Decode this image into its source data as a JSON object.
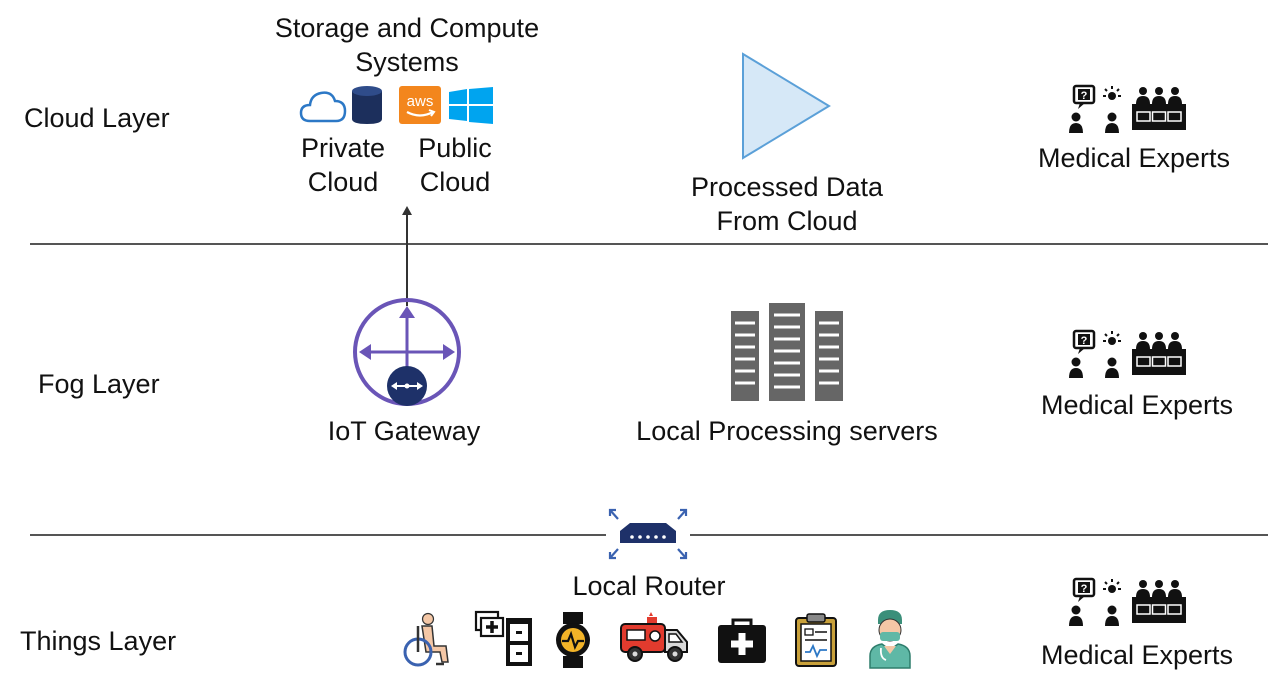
{
  "colors": {
    "divider": "#555555",
    "cloud_blue": "#2c78c6",
    "db_navy": "#1c2f5c",
    "aws_orange": "#f3861d",
    "windows_blue": "#00a4ef",
    "gateway_purple": "#6a55b7",
    "gateway_navy": "#1e3169",
    "server_gray": "#666666",
    "triangle_fill": "#d6e8f7",
    "triangle_stroke": "#5ba0d8",
    "router_navy": "#1e3169"
  },
  "layers": {
    "cloud": "Cloud Layer",
    "fog": "Fog Layer",
    "things": "Things Layer"
  },
  "cloud": {
    "storage_title_line1": "Storage and Compute",
    "storage_title_line2": "Systems",
    "private_line1": "Private",
    "private_line2": "Cloud",
    "public_line1": "Public",
    "public_line2": "Cloud",
    "aws_text": "aws",
    "processed_line1": "Processed Data",
    "processed_line2": "From Cloud"
  },
  "fog": {
    "gateway_label": "IoT Gateway",
    "servers_label": "Local Processing servers"
  },
  "things": {
    "router_label": "Local Router",
    "device_icons": [
      "wheelchair-icon",
      "medical-files-icon",
      "smartwatch-icon",
      "ambulance-icon",
      "first-aid-kit-icon",
      "clipboard-icon",
      "doctor-icon"
    ]
  },
  "experts": {
    "label": "Medical Experts",
    "question_mark": "?"
  }
}
